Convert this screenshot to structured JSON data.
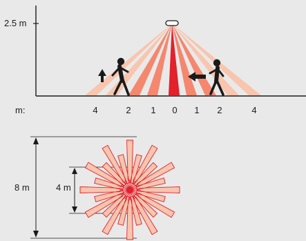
{
  "side_view": {
    "height_label": "2.5 m",
    "unit_label": "m:",
    "distance_ticks": [
      {
        "label": "4",
        "value": -4
      },
      {
        "label": "2",
        "value": -2
      },
      {
        "label": "1",
        "value": -1
      },
      {
        "label": "0",
        "value": 0
      },
      {
        "label": "1",
        "value": 1
      },
      {
        "label": "2",
        "value": 2
      },
      {
        "label": "4",
        "value": 4
      }
    ],
    "colors": {
      "inner": "#e4202a",
      "mid": "#f4876e",
      "outer": "#f8c5ae",
      "axis": "#1a1a1a"
    }
  },
  "top_view": {
    "outer_label": "8 m",
    "inner_label": "4 m",
    "colors": {
      "fill": "#f8c5ae",
      "stroke": "#e4202a"
    }
  }
}
